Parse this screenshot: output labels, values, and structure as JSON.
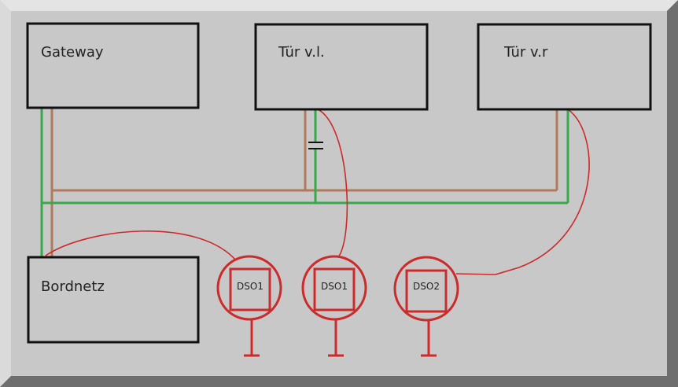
{
  "boxes": {
    "gateway": "Gateway",
    "door_front_left": "Tür v.l.",
    "door_front_right": "Tür v.r",
    "vehicle_electrical_system": "Bordnetz"
  },
  "probes": [
    "DSO1",
    "DSO1",
    "DSO2"
  ],
  "colors": {
    "can_high": "#b07a5e",
    "can_low": "#3aa84a",
    "probe_wire": "#cc2b2b",
    "box": "#111111"
  }
}
